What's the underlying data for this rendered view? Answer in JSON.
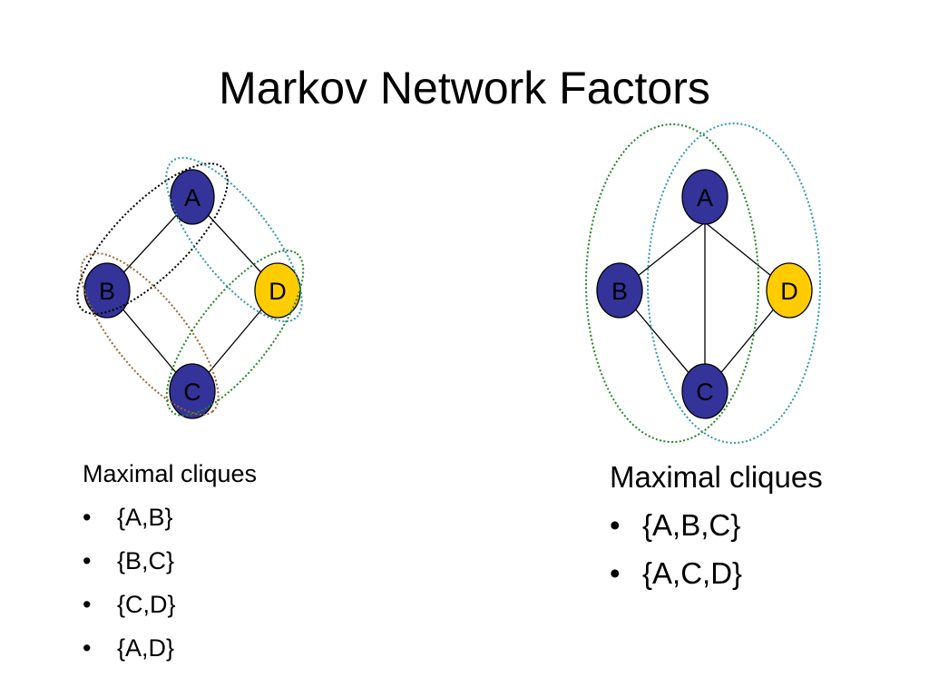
{
  "title": "Markov Network Factors",
  "colors": {
    "node_blue": "#333399",
    "node_yellow": "#FFCC00",
    "clique_black": "#000000",
    "clique_teal": "#3399AA",
    "clique_brown": "#996633",
    "clique_green": "#228822"
  },
  "left_graph": {
    "nodes": [
      "A",
      "B",
      "C",
      "D"
    ],
    "edges": [
      [
        "A",
        "B"
      ],
      [
        "A",
        "D"
      ],
      [
        "B",
        "C"
      ],
      [
        "C",
        "D"
      ]
    ]
  },
  "right_graph": {
    "nodes": [
      "A",
      "B",
      "C",
      "D"
    ],
    "edges": [
      [
        "A",
        "B"
      ],
      [
        "A",
        "D"
      ],
      [
        "B",
        "C"
      ],
      [
        "C",
        "D"
      ],
      [
        "A",
        "C"
      ]
    ]
  },
  "left_list": {
    "heading": "Maximal cliques",
    "items": [
      "{A,B}",
      "{B,C}",
      "{C,D}",
      "{A,D}"
    ]
  },
  "right_list": {
    "heading": "Maximal cliques",
    "items": [
      "{A,B,C}",
      "{A,C,D}"
    ]
  }
}
